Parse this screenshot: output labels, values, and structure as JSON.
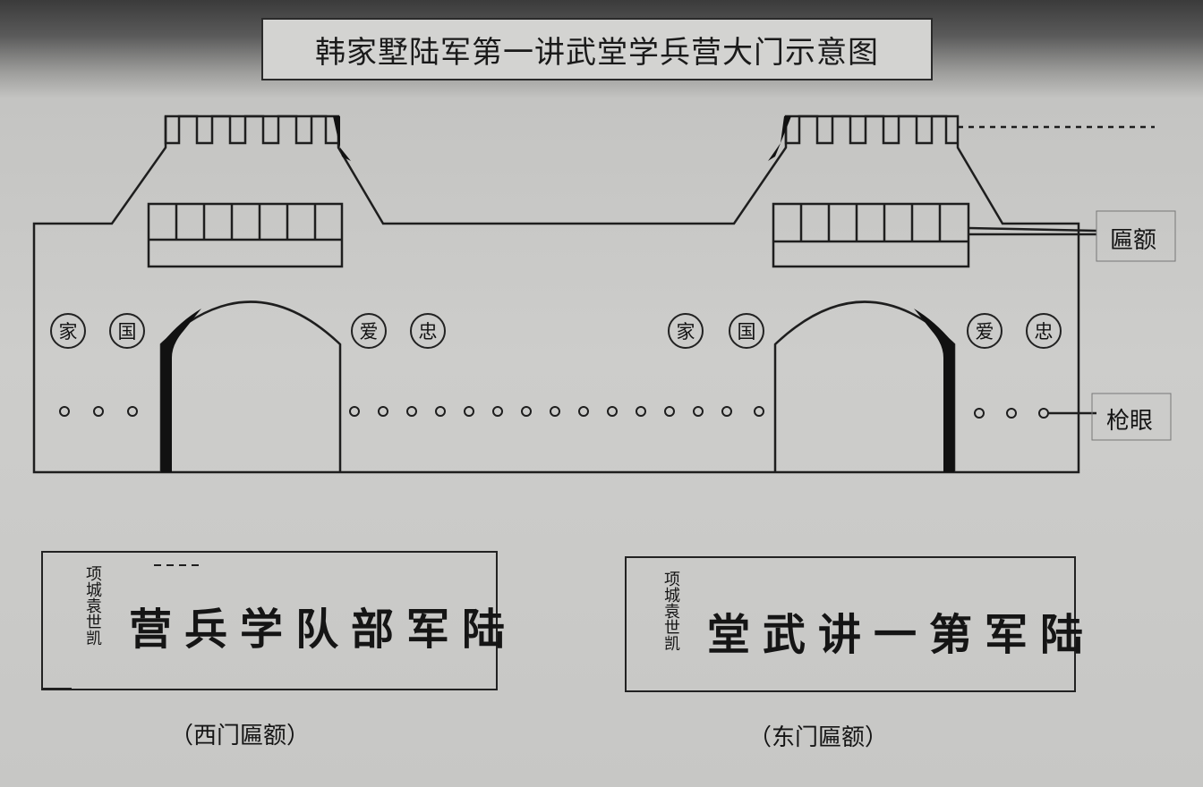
{
  "title": "韩家墅陆军第一讲武堂学兵营大门示意图",
  "labels": {
    "plaque": "匾额",
    "loophole": "枪眼"
  },
  "west_gate_chars": [
    "家",
    "国",
    "爱",
    "忠"
  ],
  "east_gate_chars": [
    "家",
    "国",
    "爱",
    "忠"
  ],
  "west_plaque": {
    "text": "营兵学队部军陆",
    "signature": "项城袁世凯",
    "caption": "（西门匾额）"
  },
  "east_plaque": {
    "text": "堂武讲一第军陆",
    "signature": "项城袁世凯",
    "caption": "（东门匾额）"
  }
}
